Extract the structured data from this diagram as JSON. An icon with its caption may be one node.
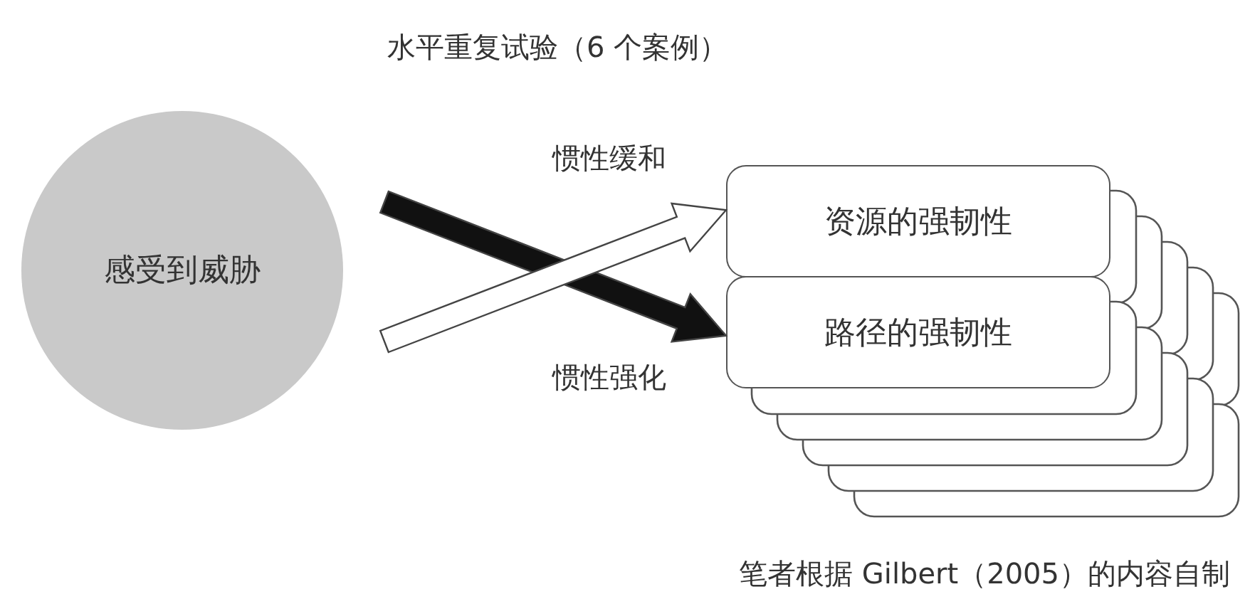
{
  "diagram": {
    "title": "水平重复试验（6 个案例）",
    "caption": "笔者根据 Gilbert（2005）的内容自制",
    "nodes": [
      {
        "text": [
          "感受到威胁"
        ]
      },
      {
        "text": [
          "资源的强韧性"
        ]
      },
      {
        "text": [
          "路径的强韧性"
        ]
      }
    ],
    "edges": [
      {
        "from": null,
        "to": 1,
        "arrow": "to",
        "label": "惯性缓和",
        "color": "#ffffff"
      },
      {
        "from": null,
        "to": 2,
        "arrow": "to",
        "label": "惯性强化",
        "color": "#111111"
      }
    ]
  }
}
